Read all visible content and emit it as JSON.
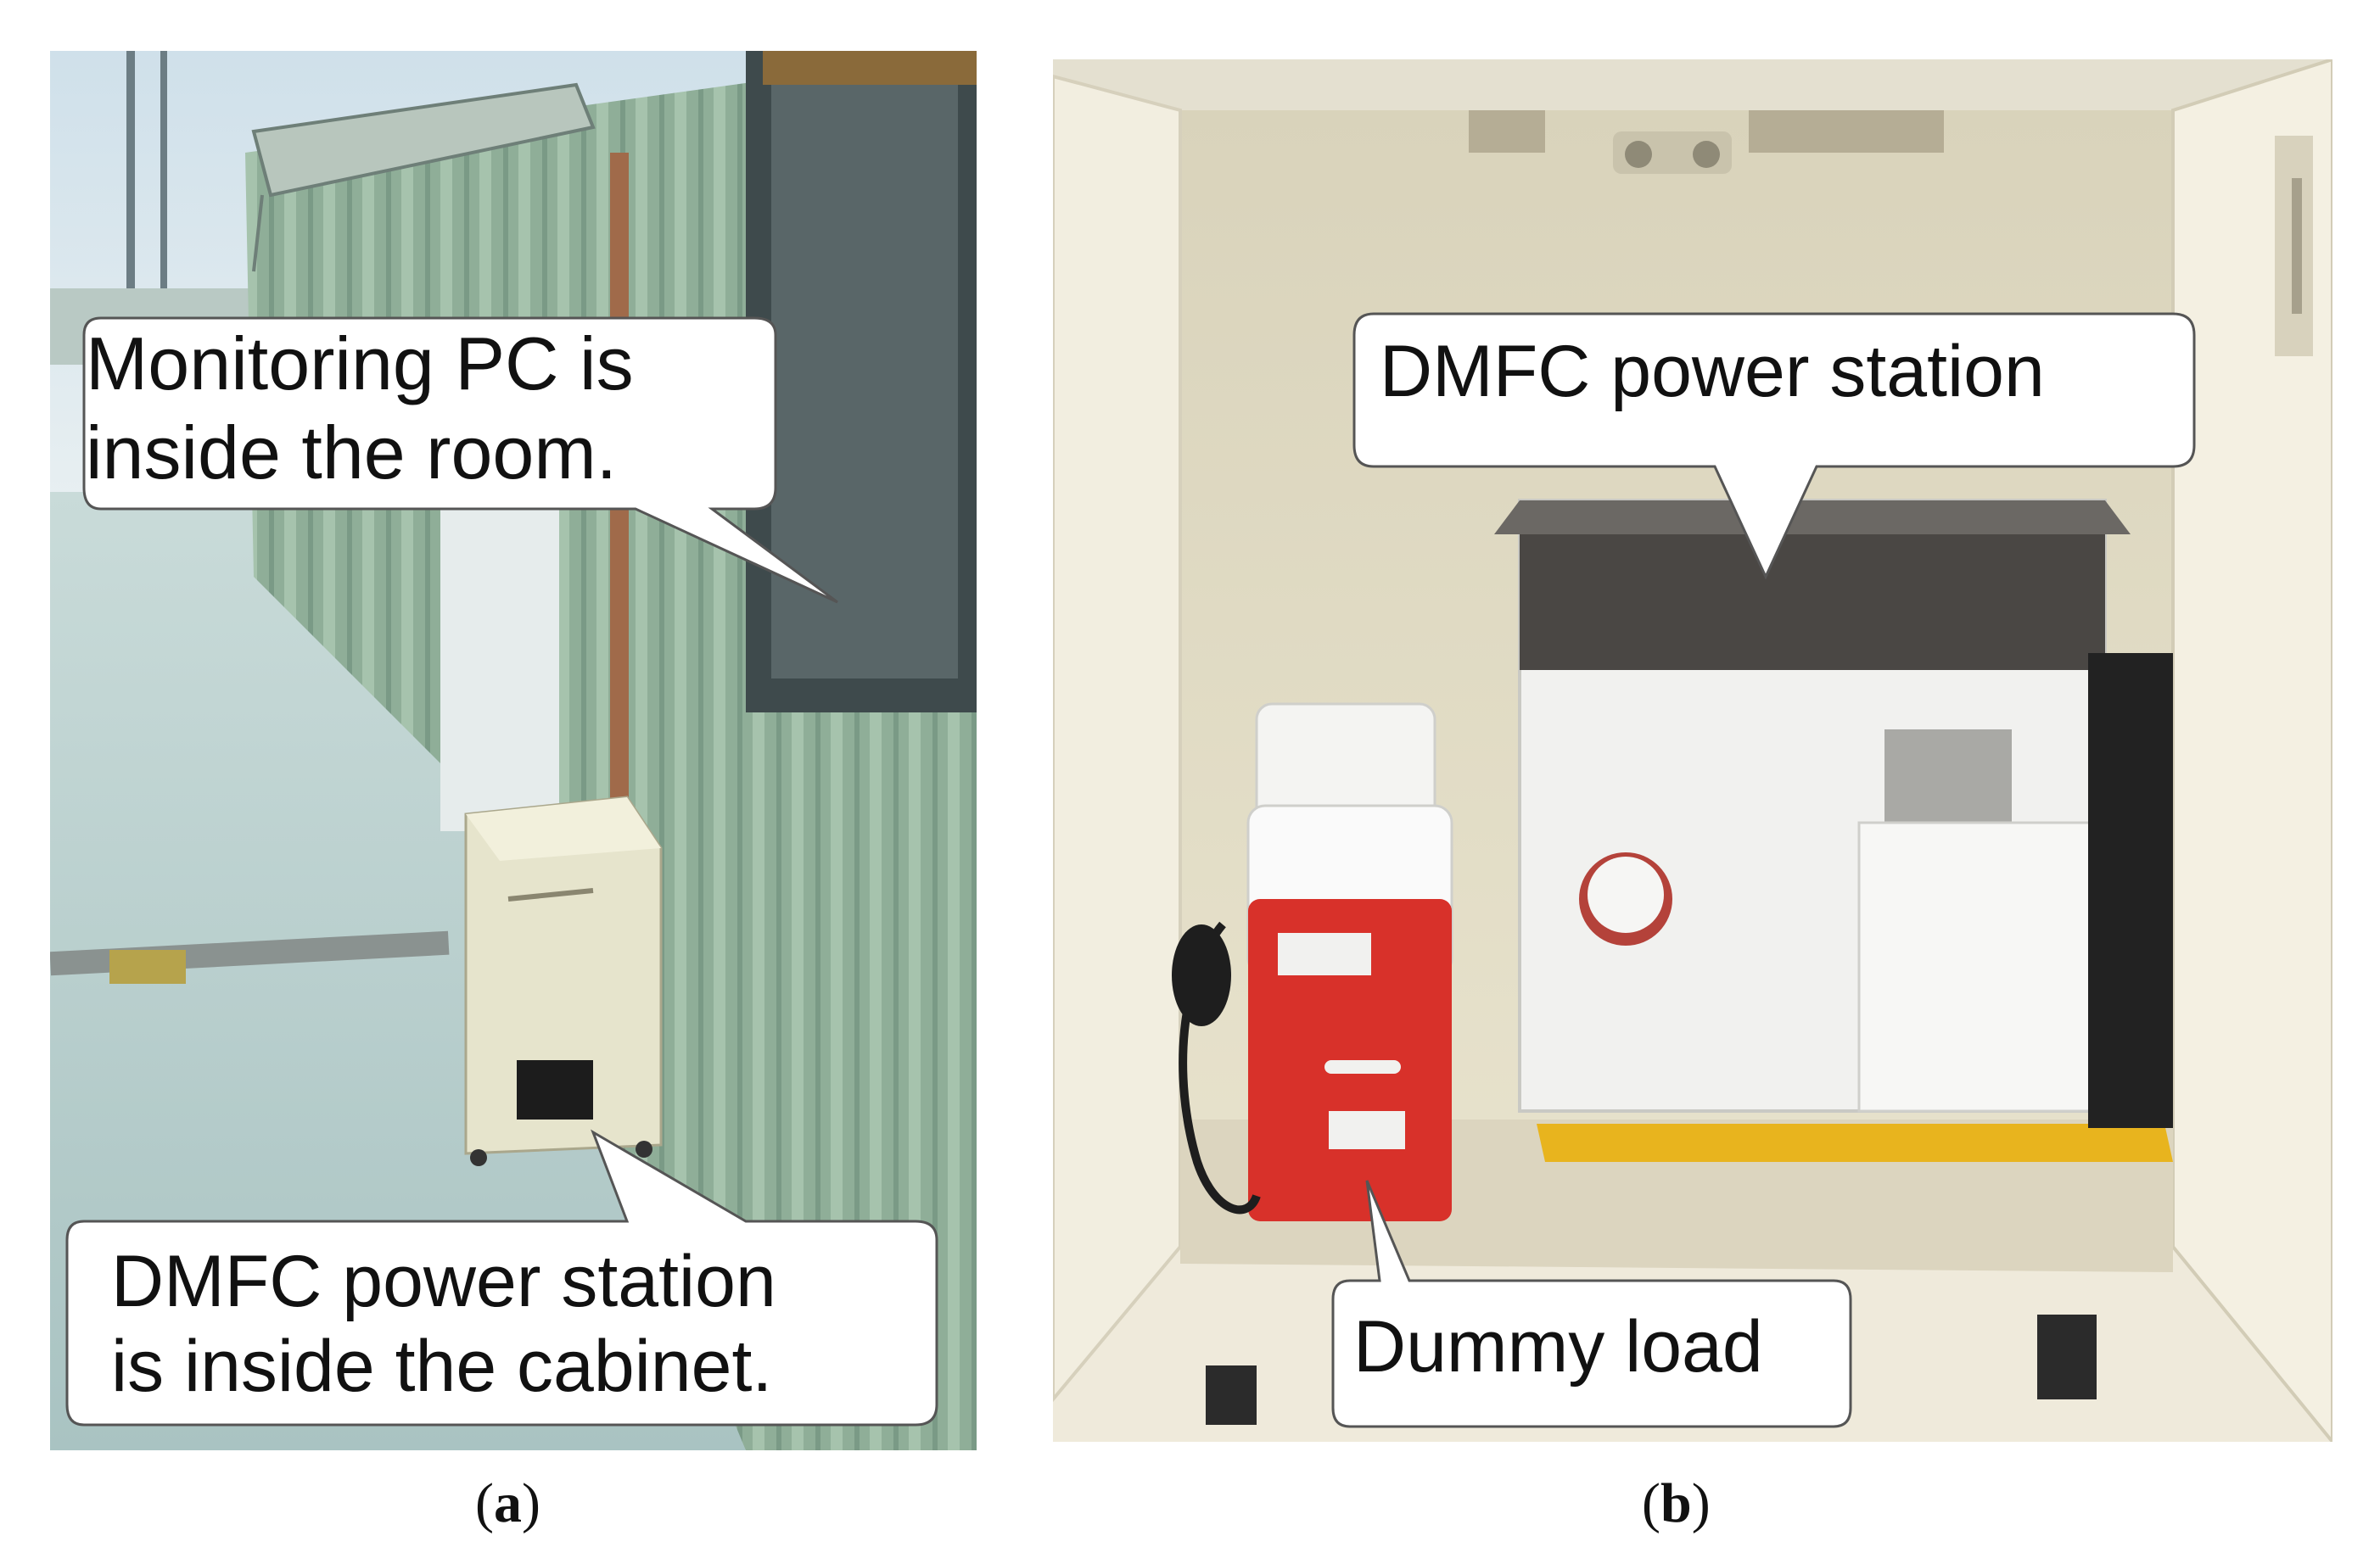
{
  "panels": [
    {
      "id": "a",
      "caption_letter": "a",
      "callouts": {
        "monitoring": {
          "line1": "Monitoring PC is",
          "line2": "inside the room."
        },
        "station": {
          "line1": "DMFC power station",
          "line2": "is inside the cabinet."
        }
      }
    },
    {
      "id": "b",
      "caption_letter": "b",
      "callouts": {
        "station": {
          "line1": "DMFC power station"
        },
        "dummy": {
          "line1": "Dummy load"
        }
      }
    }
  ],
  "caption_open": "(",
  "caption_close": ")"
}
